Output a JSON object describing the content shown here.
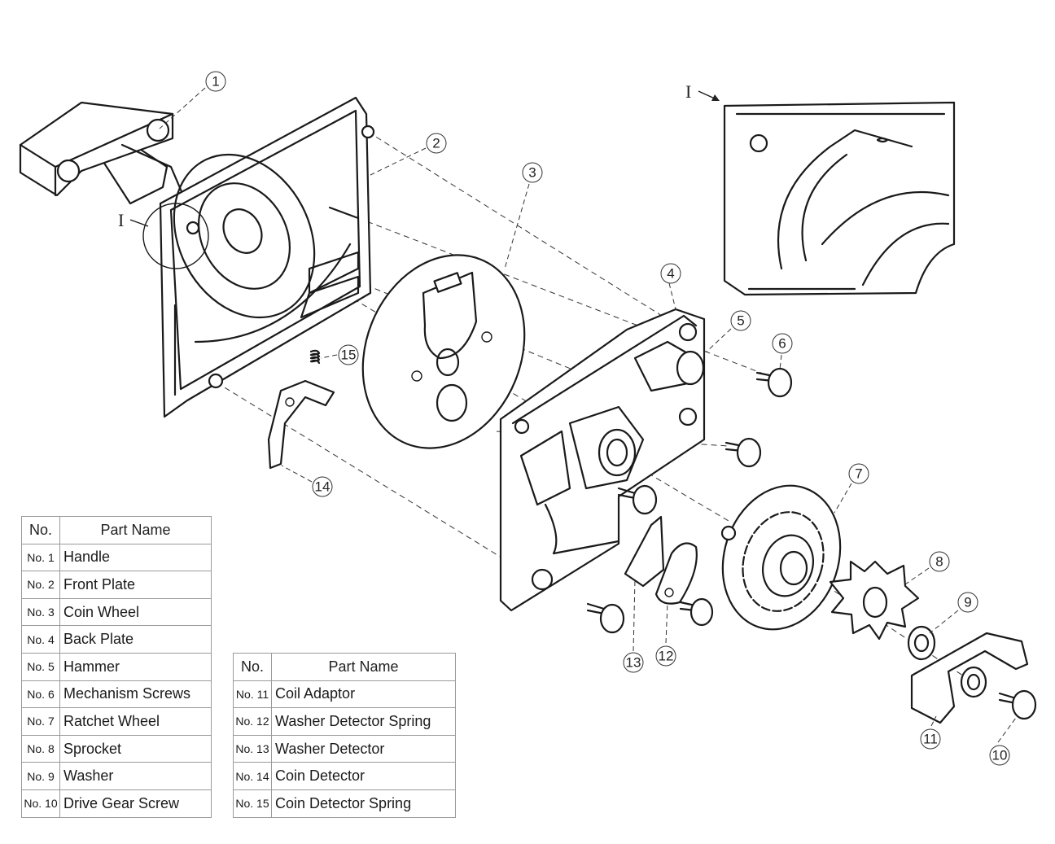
{
  "callouts": [
    "1",
    "2",
    "3",
    "4",
    "5",
    "6",
    "7",
    "8",
    "9",
    "10",
    "11",
    "12",
    "13",
    "14",
    "15"
  ],
  "detail_marker": "I",
  "table_left": {
    "headers": [
      "No.",
      "Part Name"
    ],
    "rows": [
      {
        "no": "No. 1",
        "name": "Handle"
      },
      {
        "no": "No. 2",
        "name": "Front Plate"
      },
      {
        "no": "No. 3",
        "name": "Coin Wheel"
      },
      {
        "no": "No. 4",
        "name": "Back Plate"
      },
      {
        "no": "No. 5",
        "name": "Hammer"
      },
      {
        "no": "No. 6",
        "name": "Mechanism Screws"
      },
      {
        "no": "No. 7",
        "name": "Ratchet Wheel"
      },
      {
        "no": "No. 8",
        "name": "Sprocket"
      },
      {
        "no": "No. 9",
        "name": "Washer"
      },
      {
        "no": "No. 10",
        "name": "Drive Gear Screw"
      }
    ]
  },
  "table_right": {
    "headers": [
      "No.",
      "Part Name"
    ],
    "rows": [
      {
        "no": "No. 11",
        "name": "Coil Adaptor"
      },
      {
        "no": "No. 12",
        "name": "Washer Detector Spring"
      },
      {
        "no": "No. 13",
        "name": "Washer Detector"
      },
      {
        "no": "No. 14",
        "name": "Coin Detector"
      },
      {
        "no": "No. 15",
        "name": "Coin Detector Spring"
      }
    ]
  }
}
